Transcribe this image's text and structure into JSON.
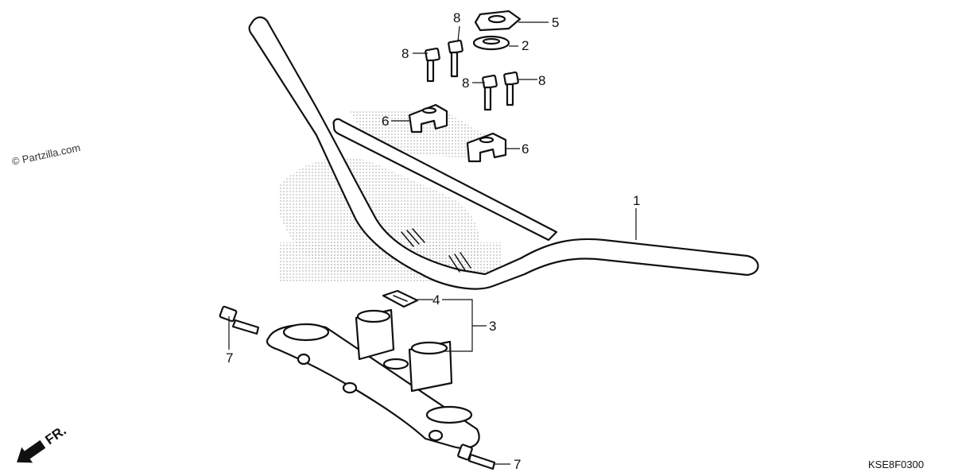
{
  "watermark": "© Partzilla.com",
  "diagram_code": "KSE8F0300",
  "direction_label": "FR.",
  "callouts": {
    "c1": "1",
    "c2": "2",
    "c3": "3",
    "c4": "4",
    "c5": "5",
    "c6a": "6",
    "c6b": "6",
    "c7a": "7",
    "c7b": "7",
    "c8a": "8",
    "c8b": "8",
    "c8c": "8",
    "c8d": "8"
  },
  "colors": {
    "line": "#111111",
    "stipple": "#bdbdbd",
    "background": "#ffffff"
  }
}
